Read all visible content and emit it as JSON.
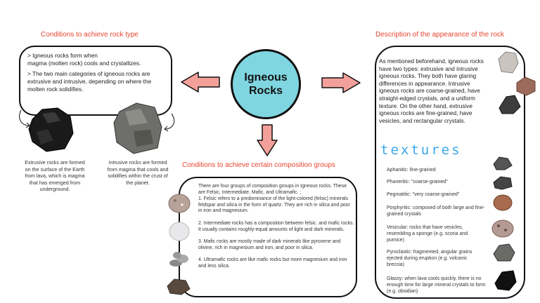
{
  "center": {
    "line1": "Igneous",
    "line2": "Rocks"
  },
  "left": {
    "title": "Conditions to achieve rock type",
    "bullet1_a": "> Igneous rocks form when",
    "bullet1_b": "magma (molten rock) cools and crystallizes.",
    "bullet2": "> The two main categories of igneous rocks are extrusive and intrusive, depending on where the molten rock solidifies.",
    "extrusive_caption": "Extrusive rocks are formed on the surface of the Earth from lava, which is magma that has emerged from underground.",
    "intrusive_caption": "Intrusive rocks are formed from magma that cools and solidifies within the crust of the planet."
  },
  "bottom": {
    "title": "Conditions to achieve certain composition groups",
    "intro": "There are four groups of composition groups in Igneous rocks. These are Felsic, Intermediate, Mafic, and Ultramafic. ;",
    "p1": "1. Felsic refers to a predominance of the light-colored (felsic) minerals feldspar and silica in the form of quartz. They are rich in silica and poor in iron and magnesium.",
    "p2": "2. Intermediate rocks has a composition between felsic. and mafic rocks. It usually contains roughly-equal amounts of light and dark minerals.",
    "p3": "3. Mafic rocks are mostly made of dark minerals like pyroxene and olivine, rich in magnesium and iron, and poor in silica.",
    "p4": "4. Ultramafic rocks are like mafic rocks but more magnesium and iron and less silica."
  },
  "right": {
    "title": "Description of the appearance of the rock",
    "description": "As mentioned beforehand, igneous rocks have two types: extrusive and intrusive igneous rocks. They both have glaring differences in appearance. Intrusive igneous rocks are coarse-grained, have straight-edged crystals, and a uniform texture. On the other hand, extrusive igneous rocks are fine-grained, have vesicles, and rectangular crystals.",
    "textures_heading": "textures",
    "textures": [
      "Aphanitic: fine-grained",
      "Phaneritic: \"coarse-grained\"",
      "Pegmatitic: \"very coarse-grained\"",
      "Porphyritic: composed of both large and fine-grained crystals",
      "Vesicular: rocks that have vesicles, resembling a sponge (e.g. scoria and pumice)",
      "Pyroclastic: fragmented, angular grains ejected during eruption (e.g. volcanic breccia)",
      "Glassy: when lava cools quickly, there is no enough time for large mineral crystals to form (e.g. obsidian)"
    ]
  },
  "colors": {
    "title_red": "#e8452f",
    "circle": "#7fd6e1",
    "arrow": "#f4a09a",
    "textures_blue": "#3aa7e8"
  }
}
